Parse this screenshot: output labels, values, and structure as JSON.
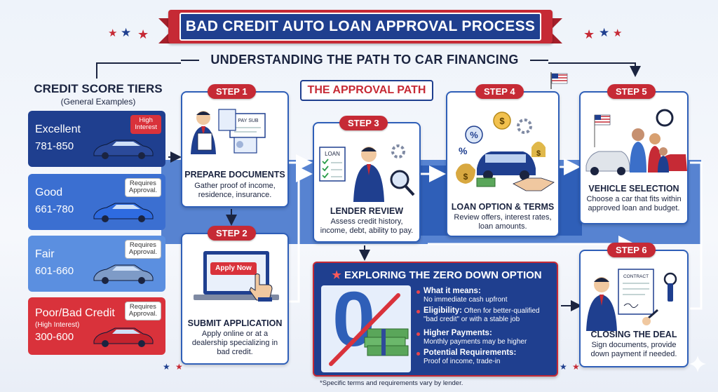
{
  "header": {
    "title": "BAD CREDIT AUTO LOAN APPROVAL PROCESS",
    "subtitle": "UNDERSTANDING THE PATH TO CAR FINANCING"
  },
  "tiers": {
    "title": "CREDIT SCORE TIERS",
    "subtitle": "(General Examples)",
    "items": [
      {
        "name": "Excellent",
        "note": "",
        "range": "781-850",
        "badge": "High\nInterest",
        "color": "#1f3f8f",
        "car_color": "#2b4a9a"
      },
      {
        "name": "Good",
        "note": "",
        "range": "661-780",
        "badge": "Requires\nApproval.",
        "color": "#3b6fd1",
        "car_color": "#2e6be0"
      },
      {
        "name": "Fair",
        "note": "",
        "range": "601-660",
        "badge": "Requires\nApproval.",
        "color": "#5b8fe0",
        "car_color": "#7e9bc7"
      },
      {
        "name": "Poor/Bad Credit",
        "note": "(High Interest)",
        "range": "300-600",
        "badge": "Requires\nApproval.",
        "color": "#d9323b",
        "car_color": "#c4232e"
      }
    ]
  },
  "approval_path_label": "THE APPROVAL PATH",
  "steps": [
    {
      "label": "STEP 1",
      "title": "PREPARE DOCUMENTS",
      "desc": "Gather proof of income, residence, insurance."
    },
    {
      "label": "STEP 2",
      "title": "SUBMIT APPLICATION",
      "desc": "Apply online or at a dealership specializing in bad credit.",
      "button": "Apply Now"
    },
    {
      "label": "STEP 3",
      "title": "LENDER REVIEW",
      "desc": "Assess credit history, income, debt, ability to pay.",
      "doc_label": "LOAN"
    },
    {
      "label": "STEP 4",
      "title": "LOAN OPTION & TERMS",
      "desc": "Review offers, interest rates, loan amounts."
    },
    {
      "label": "STEP 5",
      "title": "VEHICLE SELECTION",
      "desc": "Choose a car that fits within approved loan and budget."
    },
    {
      "label": "STEP 6",
      "title": "CLOSING THE DEAL",
      "desc": "Sign documents, provide down payment if needed.",
      "doc_label": "CONTRACT"
    }
  ],
  "doc_labels": {
    "pay_stub": "PAY SUB"
  },
  "zero_down": {
    "title": "EXPLORING THE ZERO DOWN OPTION",
    "big_number": "0",
    "items": [
      {
        "heading": "What it means:",
        "text": "No immediate cash upfront"
      },
      {
        "heading": "Eligibility:",
        "text_inline": "Often for better-qualified",
        "text": "\"bad credit\" or with a stable job"
      },
      {
        "heading": "Higher Payments:",
        "text": "Monthly payments may be higher"
      },
      {
        "heading": "Potential Requirements:",
        "text": "Proof of income, trade-in"
      }
    ]
  },
  "footnote": "*Specific terms and requirements vary by lender.",
  "colors": {
    "red": "#c62a35",
    "navy": "#1f3f8f",
    "blue": "#3b6fc9"
  }
}
